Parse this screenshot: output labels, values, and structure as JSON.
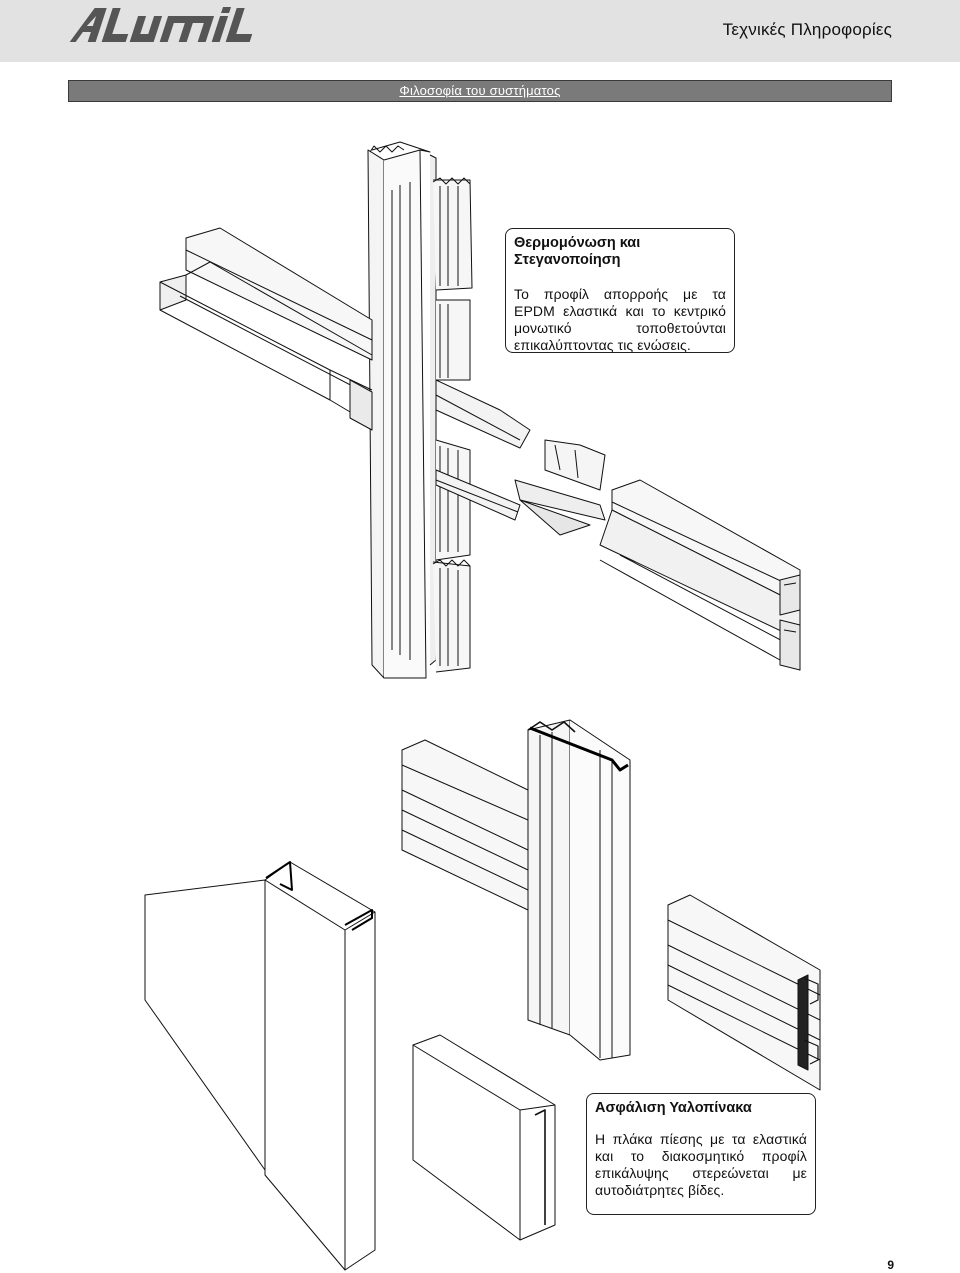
{
  "header": {
    "brand": "ALUMIL",
    "title": "Τεχνικές Πληροφορίες"
  },
  "section": {
    "title": "Φιλοσοφία του συστήματος"
  },
  "notes": [
    {
      "title": "Θερμομόνωση και Στεγανοποίηση",
      "body": "Το προφίλ απορροής με τα EPDM ελαστικά και το κεντρικό μονωτικό τοποθετούνται επικαλύπτοντας τις ενώσεις."
    },
    {
      "title": "Ασφάλιση Υαλοπίνακα",
      "body": "Η πλάκα πίεσης με τα ελαστικά και το διακοσμητικό προφίλ επικάλυψης στερεώνεται με αυτοδιάτρητες βίδες."
    }
  ],
  "page_number": "9"
}
